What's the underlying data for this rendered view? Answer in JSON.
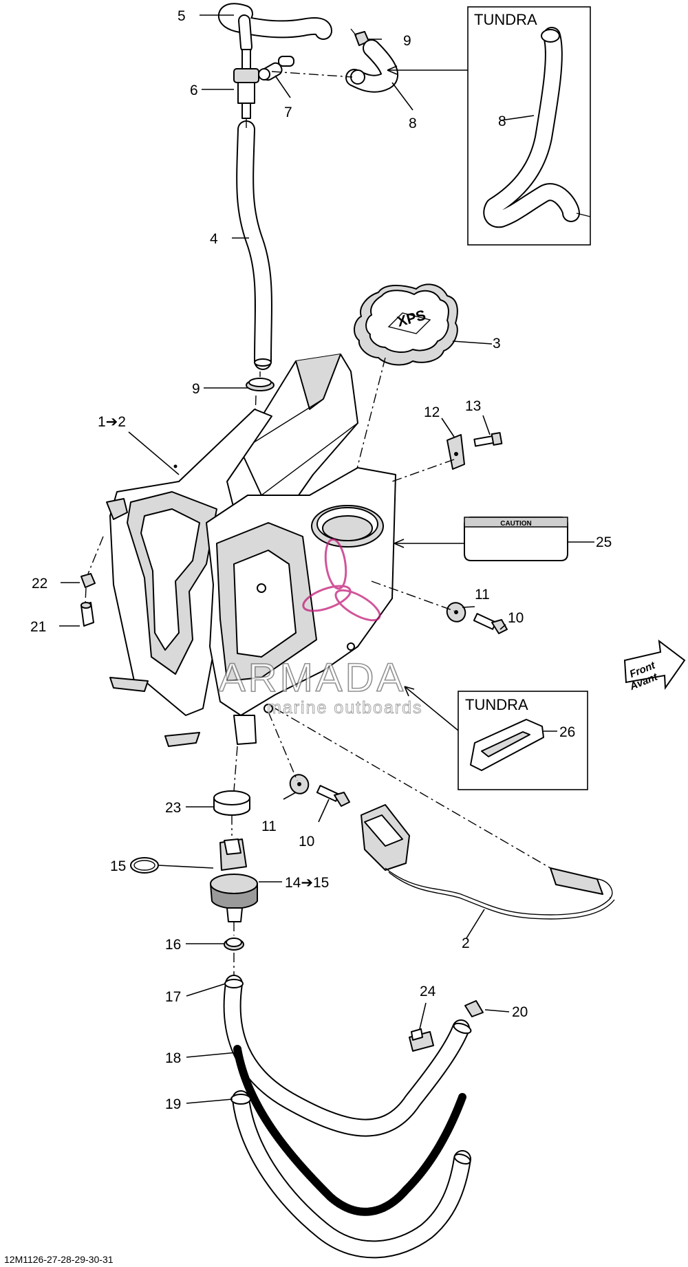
{
  "callouts": {
    "c1_2": "1➔2",
    "c2": "2",
    "c3": "3",
    "c4": "4",
    "c5": "5",
    "c6": "6",
    "c7": "7",
    "c8_top": "8",
    "c8_box": "8",
    "c9_top": "9",
    "c9_mid": "9",
    "c10_a": "10",
    "c10_b": "10",
    "c11_a": "11",
    "c11_b": "11",
    "c12": "12",
    "c13": "13",
    "c14_15": "14➔15",
    "c15": "15",
    "c16": "16",
    "c17": "17",
    "c18": "18",
    "c19": "19",
    "c20": "20",
    "c21": "21",
    "c22": "22",
    "c23": "23",
    "c24": "24",
    "c25": "25",
    "c26": "26"
  },
  "insets": {
    "top_title": "TUNDRA",
    "bottom_title": "TUNDRA"
  },
  "labels": {
    "caution": "CAUTION",
    "cap_logo": "XPS",
    "front_en": "Front",
    "front_fr": "Avant"
  },
  "watermark": {
    "brand": "ARMADA",
    "tagline": "marine outboards",
    "color": "#c21b78"
  },
  "footer": {
    "code": "12M1126-27-28-29-30-31"
  }
}
